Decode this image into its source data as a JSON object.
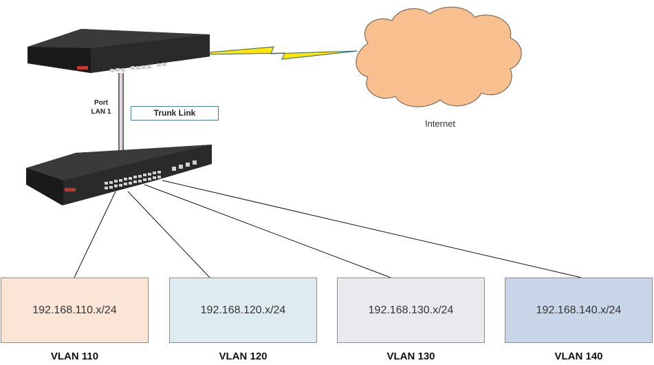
{
  "port_label_line1": "Port",
  "port_label_line2": "LAN 1",
  "trunk_link_label": "Trunk Link",
  "internet_label": "Internet",
  "vlans": [
    {
      "name": "VLAN 110",
      "subnet": "192.168.110.x/24",
      "color": "#fbe5d6"
    },
    {
      "name": "VLAN 120",
      "subnet": "192.168.120.x/24",
      "color": "#deebf1"
    },
    {
      "name": "VLAN 130",
      "subnet": "192.168.130.x/24",
      "color": "#ebe8ee"
    },
    {
      "name": "VLAN 140",
      "subnet": "192.168.140.x/24",
      "color": "#c9d6ea"
    }
  ],
  "colors": {
    "cloud_fill": "#f9c08f",
    "cloud_stroke": "#7a6a5a",
    "lightning_fill": "#ffe600",
    "link_line": "#2f5f73",
    "device_body": "#2b2b2b"
  }
}
